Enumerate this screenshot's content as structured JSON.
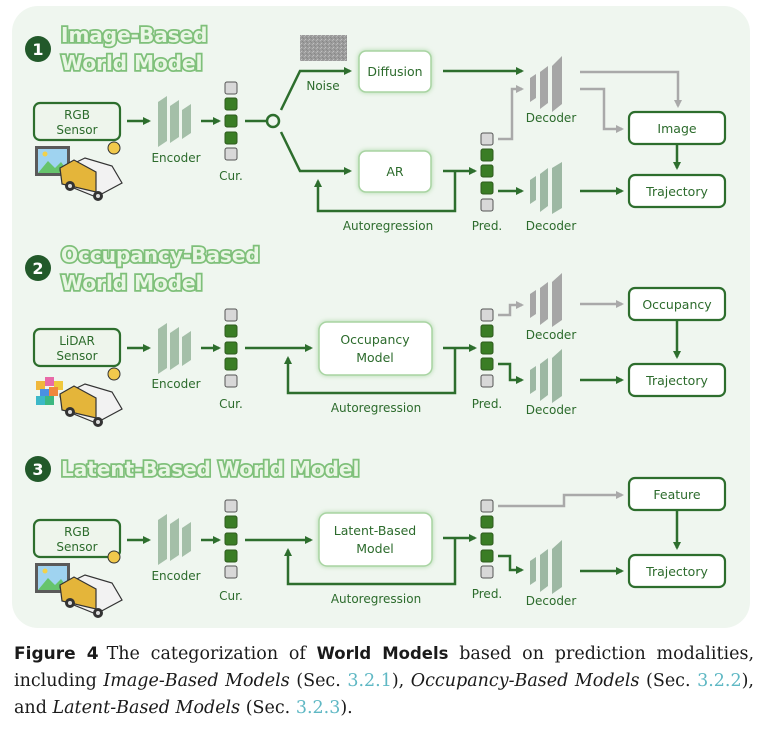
{
  "colors": {
    "panel_bg": "#eff6ef",
    "accent_green": "#2d6e2d",
    "token_green": "#3a7d25",
    "token_gray": "#d8d8d8",
    "flow_gray": "#a9a9a9",
    "link_cyan": "#5fb8c4"
  },
  "sections": [
    {
      "number": "1",
      "title_lines": [
        "Image-Based",
        "World Model"
      ],
      "sensor": [
        "RGB",
        "Sensor"
      ],
      "sensor_icon": "image-picture-icon",
      "encoder_label": "Encoder",
      "current_label": "Cur.",
      "noise_label": "Noise",
      "model_top": "Diffusion",
      "model_bottom": "AR",
      "loop_label": "Autoregression",
      "pred_label": "Pred.",
      "decoder_labels": [
        "Decoder",
        "Decoder"
      ],
      "outputs": [
        "Image",
        "Trajectory"
      ]
    },
    {
      "number": "2",
      "title_lines": [
        "Occupancy-Based",
        "World Model"
      ],
      "sensor": [
        "LiDAR",
        "Sensor"
      ],
      "sensor_icon": "voxel-cubes-icon",
      "encoder_label": "Encoder",
      "current_label": "Cur.",
      "model": [
        "Occupancy",
        "Model"
      ],
      "loop_label": "Autoregression",
      "pred_label": "Pred.",
      "decoder_labels": [
        "Decoder",
        "Decoder"
      ],
      "outputs": [
        "Occupancy",
        "Trajectory"
      ]
    },
    {
      "number": "3",
      "title_lines": [
        "Latent-Based World Model"
      ],
      "sensor": [
        "RGB",
        "Sensor"
      ],
      "sensor_icon": "image-picture-icon",
      "encoder_label": "Encoder",
      "current_label": "Cur.",
      "model": [
        "Latent-Based",
        "Model"
      ],
      "loop_label": "Autoregression",
      "pred_label": "Pred.",
      "decoder_labels": [
        "Decoder"
      ],
      "outputs": [
        "Feature",
        "Trajectory"
      ]
    }
  ],
  "caption": {
    "label": "Figure 4",
    "text_1": "The categorization of ",
    "bold": "World Models",
    "text_2": " based on prediction modalities, including ",
    "it_1": "Image-Based Models",
    "text_3": " (Sec. ",
    "ref_1": "3.2.1",
    "text_4": "), ",
    "it_2": "Occupancy-Based Models",
    "text_5": " (Sec. ",
    "ref_2": "3.2.2",
    "text_6": "), and ",
    "it_3": "Latent-Based Models",
    "text_7": " (Sec. ",
    "ref_3": "3.2.3",
    "text_8": ")."
  }
}
